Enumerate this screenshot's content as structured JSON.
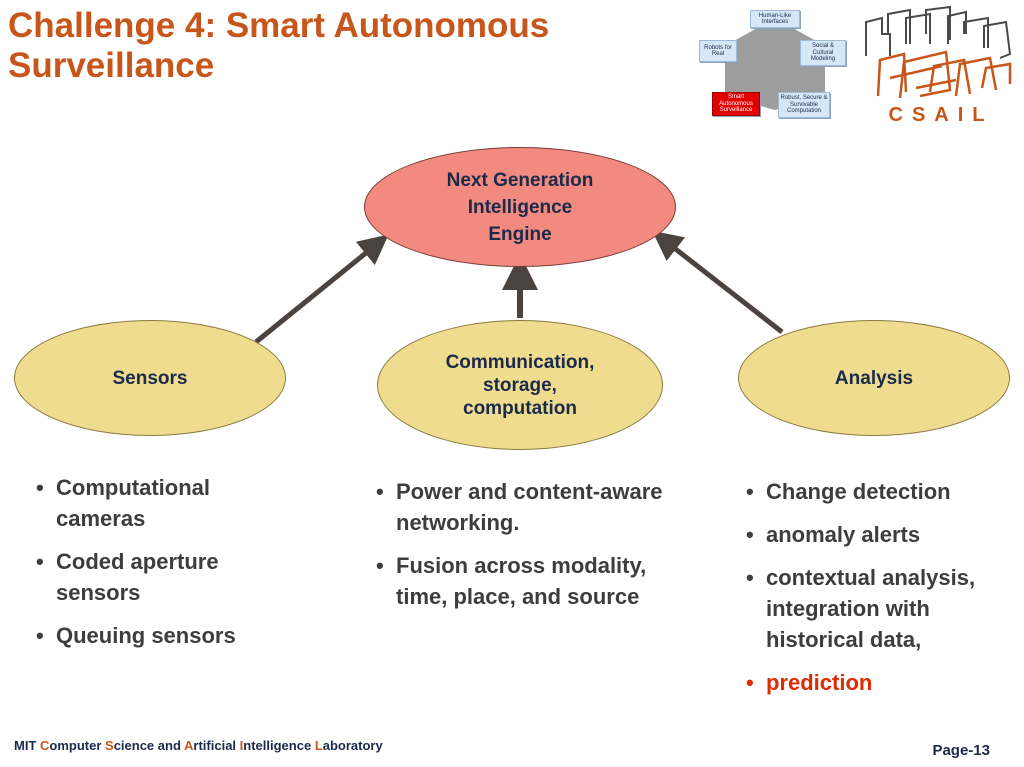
{
  "title": {
    "line1": "Challenge 4: Smart Autonomous",
    "line2": "Surveillance"
  },
  "roadmap": {
    "items": [
      {
        "label": "Human-Like Interfaces"
      },
      {
        "label": "Robots for Real"
      },
      {
        "label": "Social & Cultural Modeling"
      },
      {
        "label": "Smart Autonomous Surveillance"
      },
      {
        "label": "Robust, Secure & Survivable Computation"
      }
    ]
  },
  "logo": {
    "text": "CSAIL"
  },
  "diagram": {
    "engine": [
      "Next Generation",
      "Intelligence",
      "Engine"
    ],
    "sensors": "Sensors",
    "comm": [
      "Communication,",
      "storage,",
      "computation"
    ],
    "analysis": "Analysis"
  },
  "lists": {
    "sensors": [
      "Computational cameras",
      "Coded  aperture sensors",
      "Queuing sensors"
    ],
    "comm": [
      "Power and content-aware networking.",
      "Fusion across modality, time, place, and source"
    ],
    "analysis": [
      "Change detection",
      "anomaly alerts",
      "contextual analysis, integration with historical data,",
      "prediction"
    ]
  },
  "footer": {
    "lab_parts": [
      "MIT ",
      "C",
      "omputer ",
      "S",
      "cience and ",
      "A",
      "rtificial ",
      "I",
      "ntelligence ",
      "L",
      "aboratory"
    ],
    "page": "Page-13"
  },
  "colors": {
    "title": "#c8561a",
    "engine_fill": "#f28a80",
    "node_fill": "#f0dc8e",
    "arrow": "#4a4340",
    "highlight": "#e02a00"
  }
}
